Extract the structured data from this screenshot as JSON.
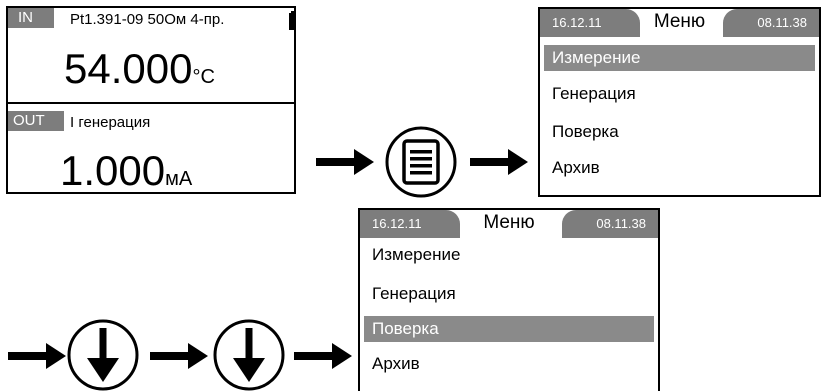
{
  "main_screen": {
    "in_tag": "IN",
    "sensor": "Pt1.391-09 50Ом 4-пр.",
    "in_value": "54.000",
    "in_unit": "°C",
    "out_tag": "OUT",
    "out_mode": "I генерация",
    "out_value": "1.000",
    "out_unit": "мА",
    "icons": [
      "battery-icon"
    ]
  },
  "menu_top": {
    "date": "16.12.11",
    "title": "Меню",
    "time": "08.11.38",
    "items": [
      {
        "label": "Измерение",
        "selected": true
      },
      {
        "label": "Генерация",
        "selected": false
      },
      {
        "label": "Поверка",
        "selected": false
      },
      {
        "label": "Архив",
        "selected": false
      }
    ]
  },
  "menu_bottom": {
    "date": "16.12.11",
    "title": "Меню",
    "time": "08.11.38",
    "items": [
      {
        "label": "Измерение",
        "selected": false
      },
      {
        "label": "Генерация",
        "selected": false
      },
      {
        "label": "Поверка",
        "selected": true
      },
      {
        "label": "Архив",
        "selected": false
      }
    ]
  },
  "icons": [
    "menu-list-icon",
    "down-arrow-icon",
    "right-arrow-icon"
  ],
  "colors": {
    "tag_bg": "#7d7d7d",
    "selected_bg": "#8a8a8a",
    "stroke": "#000000"
  }
}
